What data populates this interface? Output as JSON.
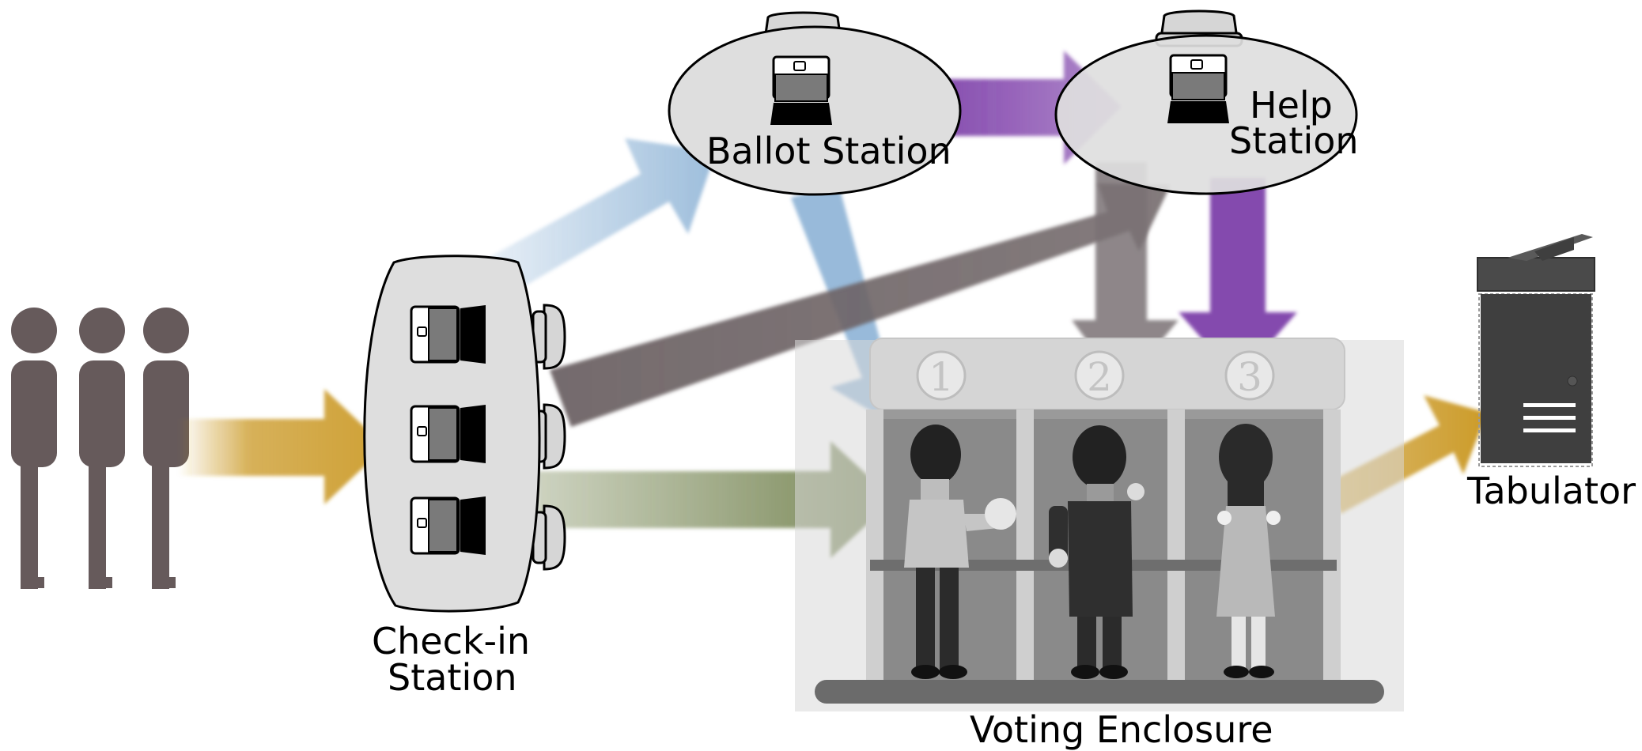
{
  "labels": {
    "checkin_line1": "Check-in",
    "checkin_line2": "Station",
    "ballot": "Ballot Station",
    "help_line1": "Help",
    "help_line2": "Station",
    "enclosure": "Voting Enclosure",
    "tabulator": "Tabulator"
  },
  "booth_numbers": [
    "1",
    "2",
    "3"
  ],
  "colors": {
    "people": "#665a5b",
    "gold_arrow": "#c9961f",
    "blue_arrow": "#86aed3",
    "gray_arrow": "#6d6365",
    "green_arrow": "#6f7f4a",
    "purple_arrow": "#6f2aa0",
    "station_fill": "#dedede",
    "tabulator": "#3f3f3f"
  },
  "icons": [
    "people-icon",
    "laptop-icon",
    "chair-icon",
    "voter-icon",
    "tabulator-icon"
  ]
}
